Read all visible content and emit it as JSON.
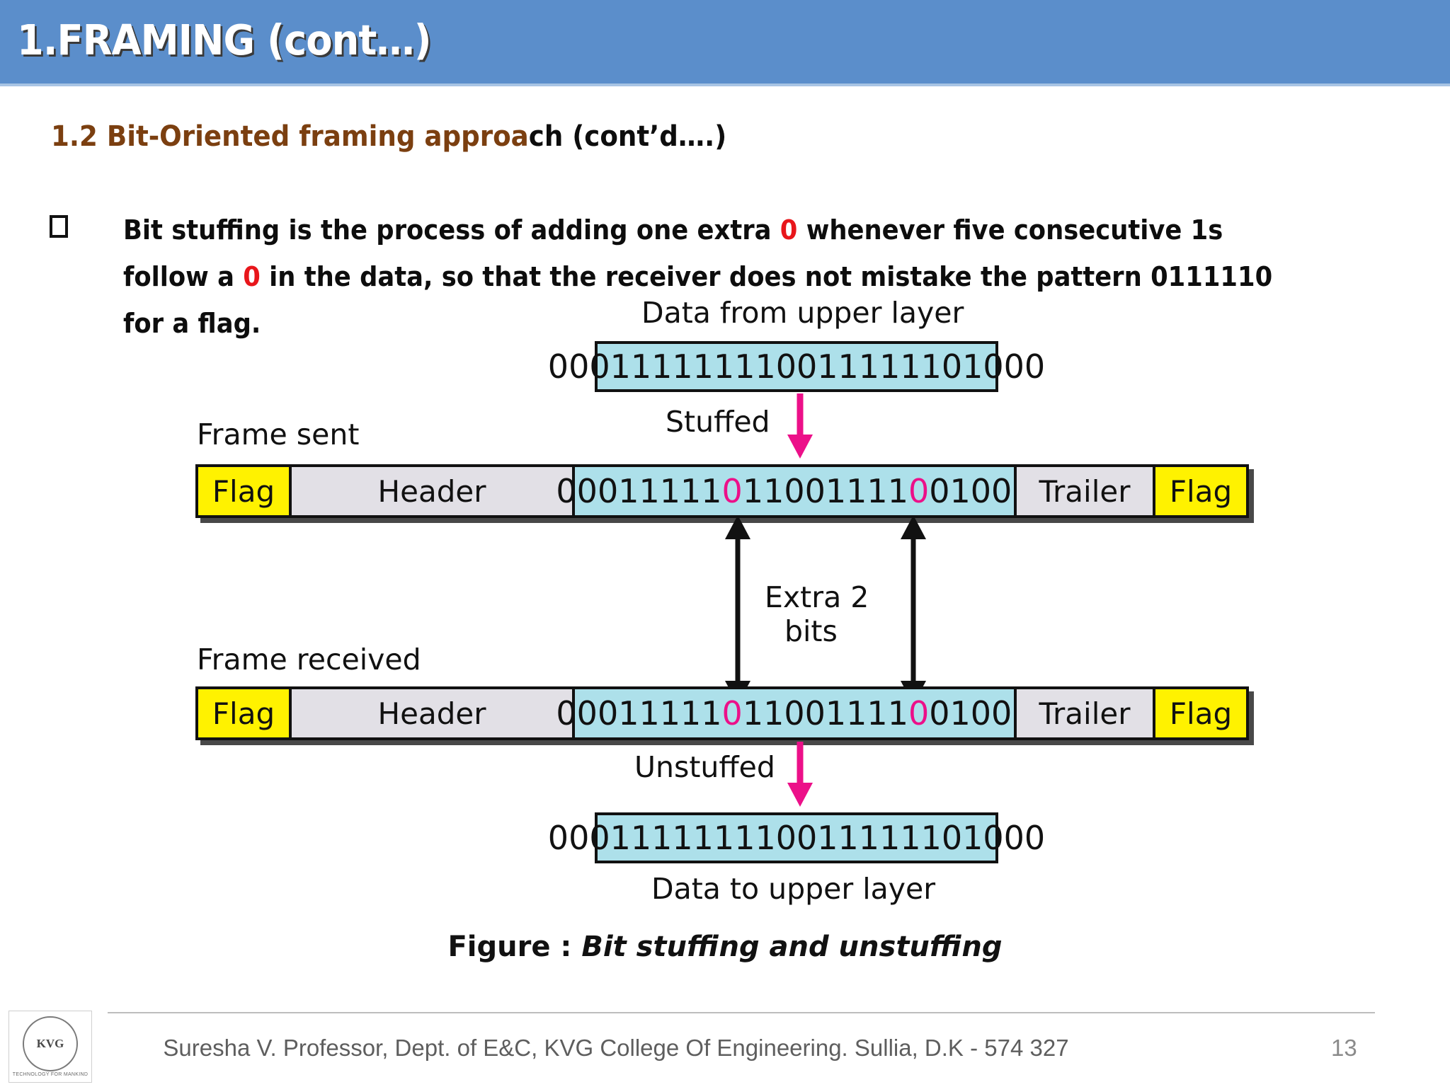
{
  "slide": {
    "title": "1.FRAMING (cont…)",
    "subtitle_brown": "1.2 Bit-Oriented  framing approa",
    "subtitle_black": "ch (cont’d….)",
    "bullet": {
      "marker_icon": "hollow-square-bullet-icon",
      "part1": "Bit stuffing is the process of adding one extra ",
      "hl1": "0",
      "part2": " whenever five consecutive 1s follow a ",
      "hl2": "0",
      "part3": " in the data, so that the receiver does not mistake the pattern 0111110 for a flag."
    },
    "caption_prefix": "Figure : ",
    "caption_italic": "Bit stuffing and unstuffing"
  },
  "figure": {
    "top_label": "Data from upper layer",
    "top_bits": "000111111110011111101000",
    "stuffed_label": "Stuffed",
    "frame_sent_label": "Frame sent",
    "frame_received_label": "Frame received",
    "extra_bits_label_line1": "Extra 2",
    "extra_bits_label_line2": "bits",
    "unstuffed_label": "Unstuffed",
    "bottom_bits": "000111111110011111101000",
    "bottom_label": "Data to upper layer",
    "cells": {
      "flag": "Flag",
      "header": "Header",
      "trailer": "Trailer"
    },
    "frame_data_segments": [
      {
        "text": "00011111",
        "stuffed": false
      },
      {
        "text": "0",
        "stuffed": true
      },
      {
        "text": "11001111",
        "stuffed": false
      },
      {
        "text": "0",
        "stuffed": true
      },
      {
        "text": "01000",
        "stuffed": false
      }
    ],
    "colors": {
      "flag_yellow": "#fff200",
      "header_grey": "#e2e0e6",
      "data_blue": "#ade0ea",
      "stuffed_magenta": "#ec1089",
      "outline_black": "#111111"
    }
  },
  "footer": {
    "text": "Suresha V. Professor, Dept. of  E&C, KVG College Of Engineering. Sullia, D.K - 574 327",
    "page_number": "13",
    "logo_initials": "KVG",
    "logo_tagline": "TECHNOLOGY FOR MANKIND"
  },
  "theme": {
    "header_blue": "#5b8ecb",
    "subtitle_brown": "#7b3f10",
    "highlight_red": "#e8161b"
  }
}
